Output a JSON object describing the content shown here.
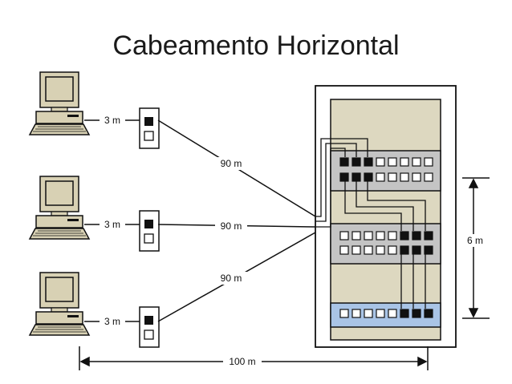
{
  "title": "Cabeamento Horizontal",
  "workstations": [
    {
      "patch_label": "3 m",
      "horizontal_label": "90 m"
    },
    {
      "patch_label": "3 m",
      "horizontal_label": "90 m"
    },
    {
      "patch_label": "3 m",
      "horizontal_label": "90 m"
    }
  ],
  "rack_height_label": "6 m",
  "total_distance_label": "100 m",
  "colors": {
    "monitor": "#d8d1b4",
    "rack_panel": "#ddd8c0",
    "patch_panel": "#c4c4c4",
    "switch_panel": "#a9c4e6",
    "line": "#111111"
  }
}
